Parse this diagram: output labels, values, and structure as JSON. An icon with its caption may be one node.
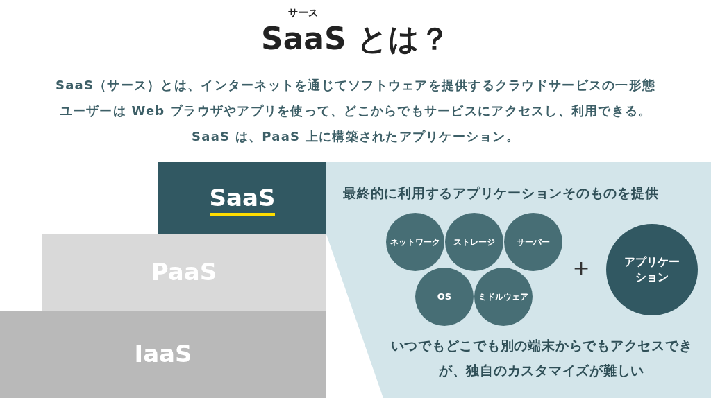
{
  "diagram": {
    "title": "SaaS とは？",
    "nodes": [
      {
        "text": [
          "SaaS"
        ]
      },
      {
        "text": [
          "PaaS"
        ]
      },
      {
        "text": [
          "IaaS"
        ]
      },
      {
        "text": [
          "最終的に利用するアプリケーションそのものを提供",
          "いつでもどこでも別の端末からでもアクセスできが、独自のカスタマイズが難しい"
        ]
      },
      {
        "text": [
          "ネットワーク"
        ],
        "in": 3
      },
      {
        "text": [
          "ストレージ"
        ],
        "in": 3
      },
      {
        "text": [
          "サーバー"
        ],
        "in": 3
      },
      {
        "text": [
          "OS"
        ],
        "in": 3
      },
      {
        "text": [
          "ミドルウェア"
        ],
        "in": 3
      },
      {
        "text": [
          "アプリケーション"
        ],
        "in": 3
      }
    ],
    "labels": [
      "サース",
      "SaaS（サース）とは、インターネットを通じてソフトウェアを提供するクラウドサービスの一形態",
      "ユーザーは Web ブラウザやアプリを使って、どこからでもサービスにアクセスし、利用できる。",
      "SaaS は、PaaS 上に構築されたアプリケーション。",
      "+"
    ]
  }
}
